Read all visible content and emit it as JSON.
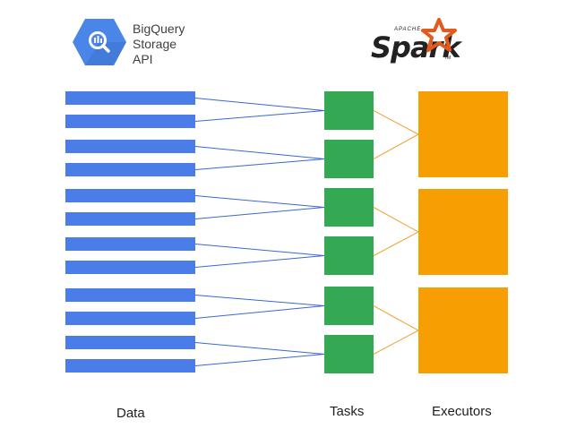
{
  "source": {
    "line1": "BigQuery",
    "line2": "Storage",
    "line3": "API",
    "logo_color": "#4a86e8"
  },
  "engine": {
    "small_text": "APACHE",
    "name": "Spark",
    "tm": "TM",
    "star_color": "#e25a1c"
  },
  "columns": {
    "data": "Data",
    "tasks": "Tasks",
    "executors": "Executors"
  },
  "colors": {
    "data_bar": "#4a7de8",
    "task_box": "#34a853",
    "executor_box": "#f79e02",
    "data_line": "#3b66d4",
    "exec_line": "#f2a33a"
  },
  "counts": {
    "data_streams": 12,
    "tasks": 6,
    "executors": 3
  }
}
